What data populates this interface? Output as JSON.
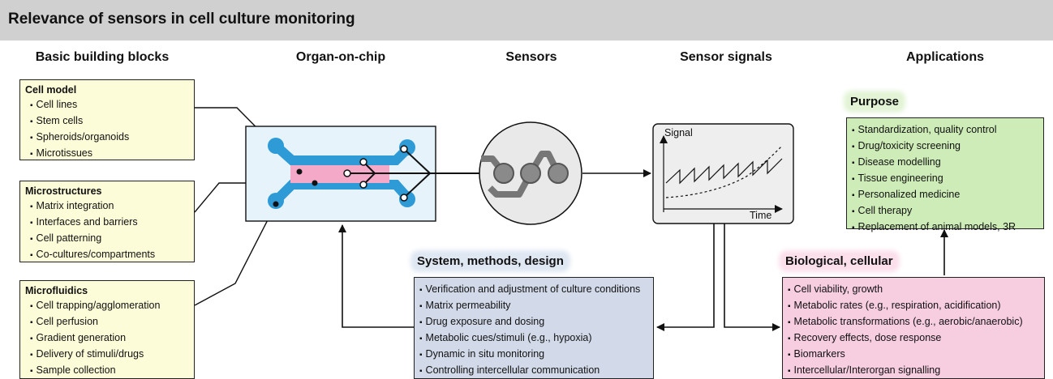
{
  "title": "Relevance of sensors in cell culture monitoring",
  "columns": {
    "building_blocks": "Basic building blocks",
    "organ_on_chip": "Organ-on-chip",
    "sensors": "Sensors",
    "sensor_signals": "Sensor signals",
    "applications": "Applications"
  },
  "cell_model": {
    "title": "Cell model",
    "items": [
      "Cell lines",
      "Stem cells",
      "Spheroids/organoids",
      "Microtissues"
    ]
  },
  "microstructures": {
    "title": "Microstructures",
    "items": [
      "Matrix integration",
      "Interfaces and barriers",
      "Cell patterning",
      "Co-cultures/compartments"
    ]
  },
  "microfluidics": {
    "title": "Microfluidics",
    "items": [
      "Cell trapping/agglomeration",
      "Cell perfusion",
      "Gradient generation",
      "Delivery of stimuli/drugs",
      "Sample collection"
    ]
  },
  "signal_plot": {
    "ylabel": "Signal",
    "xlabel": "Time"
  },
  "purpose": {
    "title": "Purpose",
    "items": [
      "Standardization, quality control",
      "Drug/toxicity screening",
      "Disease modelling",
      "Tissue engineering",
      "Personalized medicine",
      "Cell therapy",
      "Replacement of animal models, 3R"
    ]
  },
  "system": {
    "title": "System, methods, design",
    "items": [
      "Verification and adjustment of culture conditions",
      "Matrix permeability",
      "Drug exposure and dosing",
      "Metabolic cues/stimuli (e.g., hypoxia)",
      "Dynamic in situ monitoring",
      "Controlling intercellular communication"
    ]
  },
  "biological": {
    "title": "Biological, cellular",
    "items": [
      "Cell viability, growth",
      "Metabolic rates (e.g., respiration, acidification)",
      "Metabolic transformations (e.g., aerobic/anaerobic)",
      "Recovery effects, dose response",
      "Biomarkers",
      "Intercellular/Interorgan signalling"
    ]
  },
  "colors": {
    "yellow_box": "#fdfcd8",
    "green_box": "#cdecb7",
    "blue_box": "#d2dae9",
    "pink_box": "#f7cde0",
    "chip_channel": "#2e9ad6",
    "chip_chamber": "#f4a9c8"
  }
}
